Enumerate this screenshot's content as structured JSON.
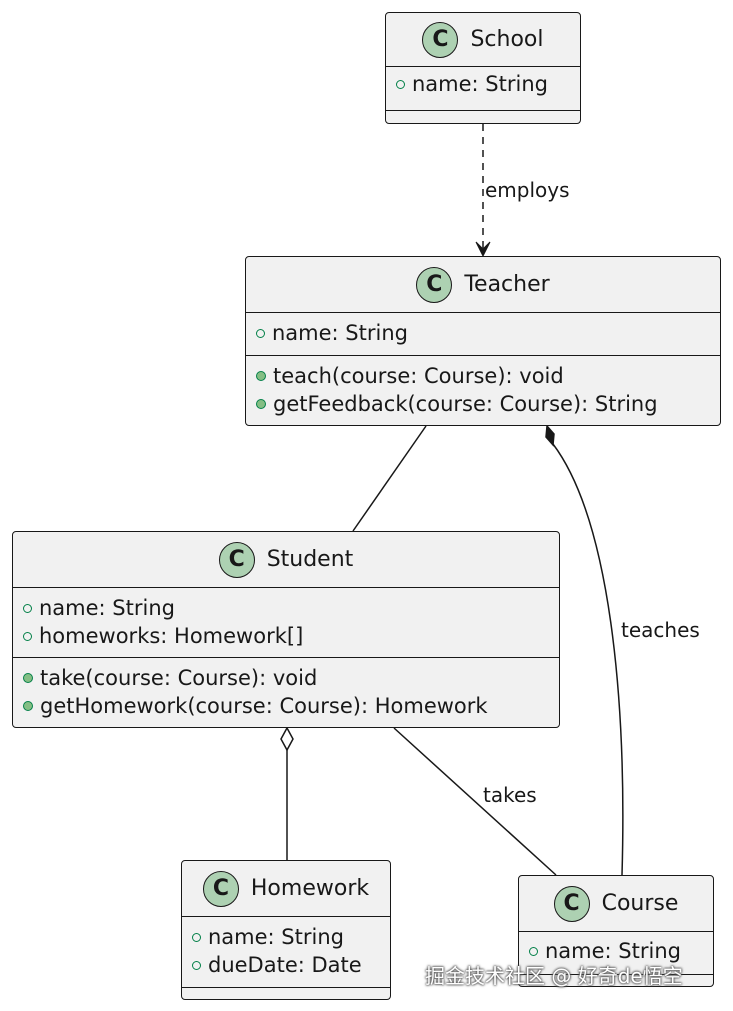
{
  "classes": {
    "school": {
      "name": "School",
      "attributes": [
        "name: String"
      ],
      "methods": []
    },
    "teacher": {
      "name": "Teacher",
      "attributes": [
        "name: String"
      ],
      "methods": [
        "teach(course: Course): void",
        "getFeedback(course: Course): String"
      ]
    },
    "student": {
      "name": "Student",
      "attributes": [
        "name: String",
        "homeworks: Homework[]"
      ],
      "methods": [
        "take(course: Course): void",
        "getHomework(course: Course): Homework"
      ]
    },
    "homework": {
      "name": "Homework",
      "attributes": [
        "name: String",
        "dueDate: Date"
      ],
      "methods": []
    },
    "course": {
      "name": "Course",
      "attributes": [
        "name: String"
      ],
      "methods": []
    }
  },
  "class_icon_letter": "C",
  "relations": [
    {
      "from": "School",
      "to": "Teacher",
      "type": "dependency",
      "label": "employs"
    },
    {
      "from": "Teacher",
      "to": "Student",
      "type": "association",
      "label": ""
    },
    {
      "from": "Teacher",
      "to": "Course",
      "type": "composition",
      "label": "teaches"
    },
    {
      "from": "Student",
      "to": "Homework",
      "type": "aggregation",
      "label": ""
    },
    {
      "from": "Student",
      "to": "Course",
      "type": "association",
      "label": "takes"
    }
  ],
  "labels": {
    "employs": "employs",
    "teaches": "teaches",
    "takes": "takes"
  },
  "watermark": "掘金技术社区 @ 好奇de悟空",
  "colors": {
    "class_fill": "#f1f1f1",
    "icon_fill": "#add1b2",
    "stroke": "#181818",
    "visibility": "#038048"
  }
}
